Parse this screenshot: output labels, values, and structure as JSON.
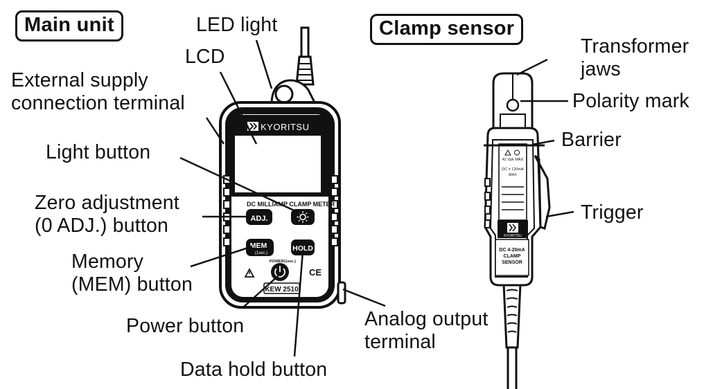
{
  "titles": {
    "main_unit": "Main unit",
    "clamp_sensor": "Clamp sensor"
  },
  "labels": {
    "led_light": "LED light",
    "lcd": "LCD",
    "external_supply_1": "External supply",
    "external_supply_2": "connection terminal",
    "light_button": "Light button",
    "zero_adjust_1": "Zero adjustment",
    "zero_adjust_2": "(0 ADJ.) button",
    "memory_1": "Memory",
    "memory_2": "(MEM) button",
    "power_button": "Power button",
    "data_hold": "Data hold button",
    "analog_output_1": "Analog output",
    "analog_output_2": "terminal",
    "transformer_jaws_1": "Transformer",
    "transformer_jaws_2": "jaws",
    "polarity_mark": "Polarity mark",
    "barrier": "Barrier",
    "trigger": "Trigger"
  },
  "device": {
    "brand": "KYORITSU",
    "model": "KEW 2510",
    "panel_text": "DC MILLIAMP CLAMP METER",
    "adj_button": "ADJ.",
    "mem_button": "MEM",
    "mem_sub": "(1sec.)",
    "hold_button": "HOLD",
    "power_label": "POWER(1sec.)",
    "ce_mark": "CE"
  },
  "sensor": {
    "brand": "KYORITSU",
    "warning_1": "42 Vpk MAX",
    "rating_1": "DC ± 120mA",
    "rating_2": "MAX",
    "name_1": "DC 4-20mA",
    "name_2": "CLAMP",
    "name_3": "SENSOR"
  }
}
